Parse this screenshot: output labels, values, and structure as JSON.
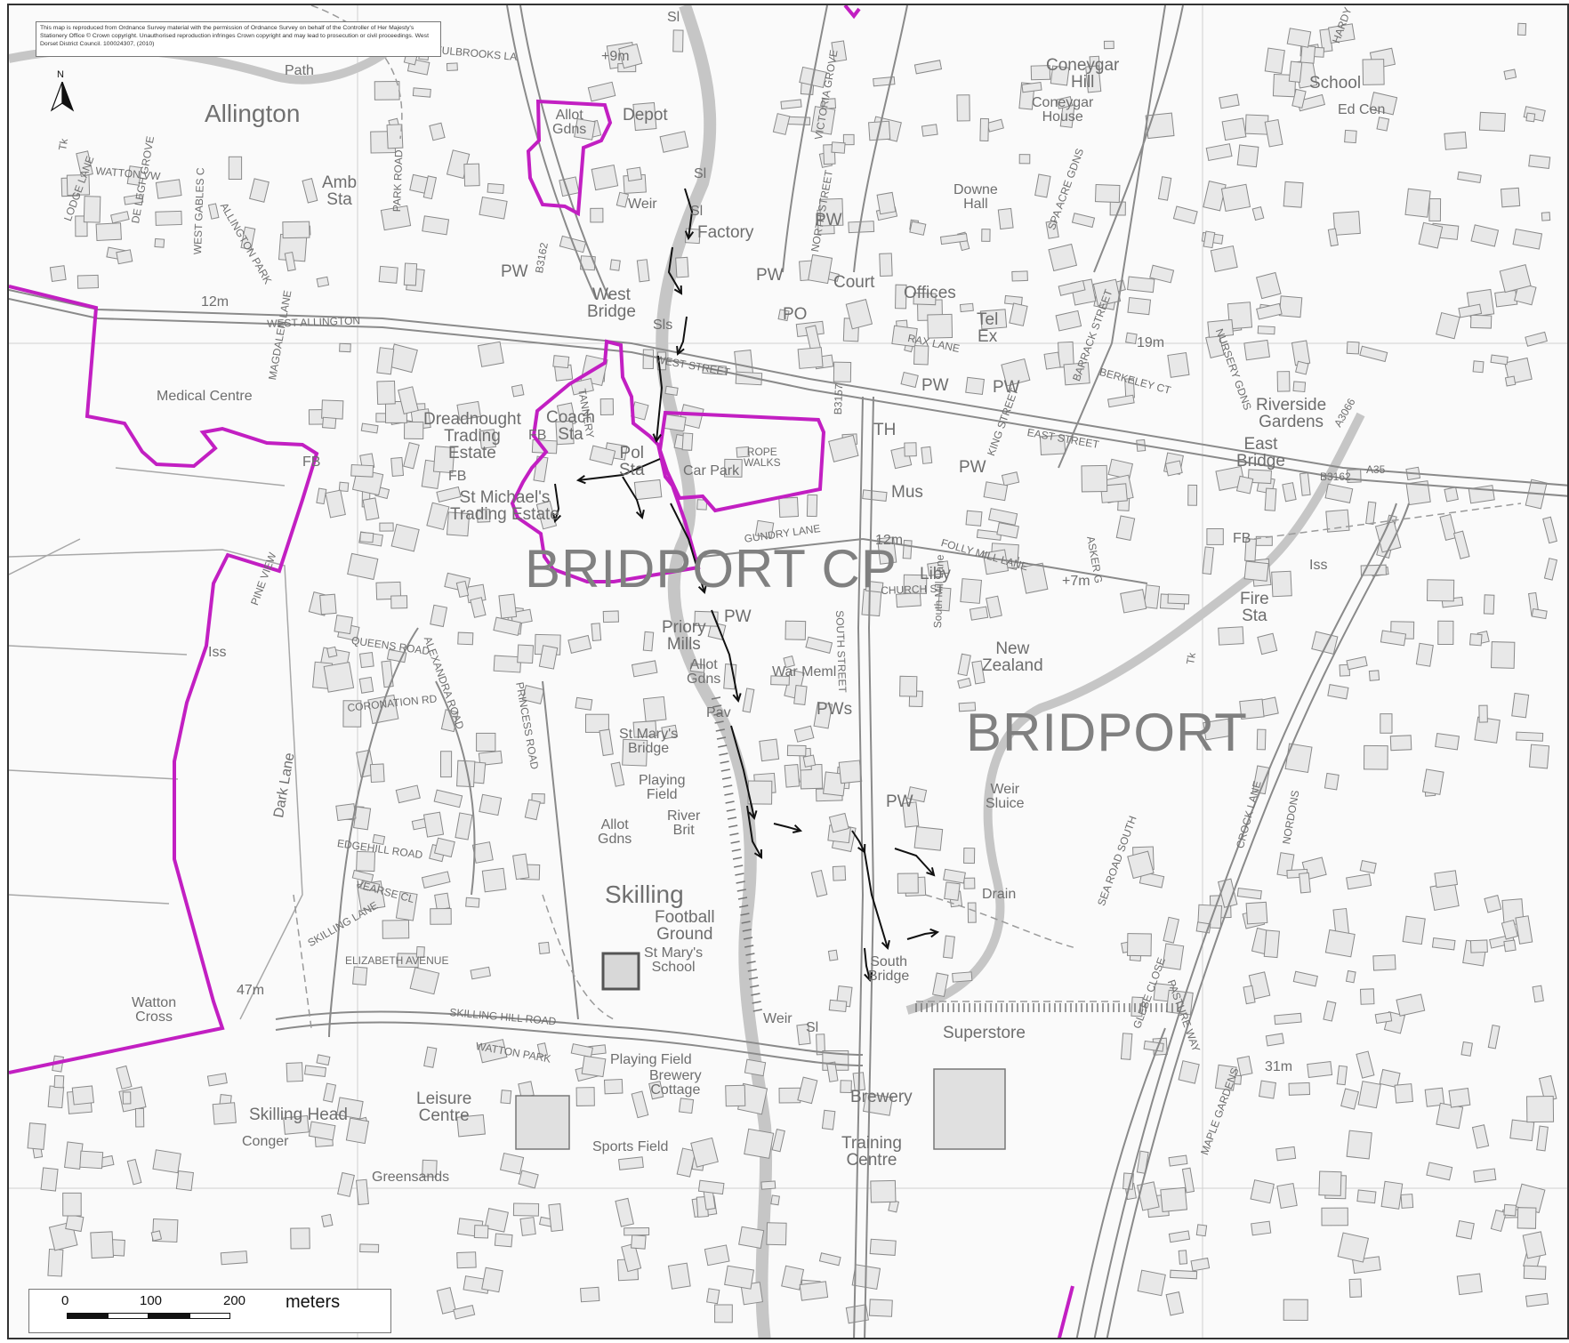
{
  "copyright": "This map is reproduced from Ordnance Survey material with the permission of Ordnance Survey on behalf of the Controller of Her Majesty's Stationery Office © Crown copyright. Unauthorised reproduction infringes Crown copyright and may lead to prosecution or civil proceedings. West Dorset District Council. 100024307, (2010)",
  "north_label": "N",
  "scale": {
    "ticks": [
      "0",
      "100",
      "200"
    ],
    "units": "meters"
  },
  "colors": {
    "boundary": "#c21fc2",
    "streets": "#8a8a8a",
    "buildings": "#e6e6e6",
    "river": "#bdbdbd",
    "flow_arrows": "#111111"
  },
  "labels": {
    "allington": "Allington",
    "bridport_cp": "BRIDPORT CP",
    "bridport": "BRIDPORT",
    "skilling": "Skilling",
    "coneygar_hill": "Coneygar\nHill",
    "coneygar_house": "Coneygar\nHouse",
    "school": "School",
    "ed_cen": "Ed Cen",
    "downe_hall": "Downe\nHall",
    "court": "Court",
    "offices": "Offices",
    "tel_ex": "Tel\nEx",
    "pw": "PW",
    "po": "PO",
    "factory": "Factory",
    "depot": "Depot",
    "allot_gdns": "Allot\nGdns",
    "fulbrooks": "FULBROOKS LA",
    "nine_m": "+9m",
    "path": "Path",
    "amb_sta": "Amb\nSta",
    "watton_vw": "WATTON VW",
    "park_road": "PARK ROAD",
    "west_allington": "WEST ALLINGTON",
    "twelve_m": "12m",
    "west_bridge": "West\nBridge",
    "weir": "Weir",
    "sl": "Sl",
    "sls": "Sls",
    "west_street": "WEST STREET",
    "east_street": "EAST STREET",
    "rax_lane": "RAX LANE",
    "nineteen_m": "19m",
    "berkeley_ct": "BERKELEY CT",
    "riverside_gardens": "Riverside\nGardens",
    "east_bridge": "East\nBridge",
    "medical_centre": "Medical Centre",
    "dreadnought": "Dreadnought\nTrading\nEstate",
    "coach_sta": "Coach\nSta",
    "pol_sta": "Pol\nSta",
    "car_park": "Car Park",
    "rope_walks": "ROPE\nWALKS",
    "tannery": "TANNERY",
    "th": "TH",
    "mus": "Mus",
    "fb": "FB",
    "st_michaels": "St Michael's\nTrading Estate",
    "gundry_lane": "GUNDRY LANE",
    "folly_mill_lane": "FOLLY MILL LANE",
    "liby": "Liby",
    "church_st": "CHURCH ST",
    "south_street": "SOUTH STREET",
    "king_street": "KING STREET",
    "seven_m": "+7m",
    "fire_sta": "Fire\nSta",
    "new_zealand": "New\nZealand",
    "south_mill_lane": "South Mill Lane",
    "priory_mills": "Priory\nMills",
    "war_meml": "War Meml",
    "pws": "PWs",
    "pav": "Pav",
    "st_marys_bridge": "St Mary's\nBridge",
    "playing_field": "Playing\nField",
    "river_brit": "River\nBrit",
    "queens_road": "QUEENS ROAD",
    "coronation_rd": "CORONATION RD",
    "pine_view": "PINE VIEW",
    "magdalen_lane": "MAGDALEN LANE",
    "princess_road": "PRINCESS ROAD",
    "alexandra_road": "ALEXANDRA ROAD",
    "edgehill_road": "EDGEHILL ROAD",
    "dark_lane": "Dark Lane",
    "vearse_cl": "VEARSE CL",
    "skilling_lane": "SKILLING LANE",
    "elizabeth_avenue": "ELIZABETH AVENUE",
    "skilling_hill_road": "SKILLING HILL ROAD",
    "watton_park": "WATTON PARK",
    "football_ground": "Football\nGround",
    "st_marys_school": "St Mary's\nSchool",
    "weir_sluice": "Weir\nSluice",
    "drain": "Drain",
    "south_bridge": "South\nBridge",
    "superstore": "Superstore",
    "brewery": "Brewery",
    "training_centre": "Training\nCentre",
    "brewery_cottage": "Brewery\nCottage",
    "playing_field_2": "Playing Field",
    "sports_field": "Sports Field",
    "leisure_centre": "Leisure\nCentre",
    "skilling_head": "Skilling Head",
    "watton_cross": "Watton\nCross",
    "fortyseven_m": "47m",
    "thirtyone_m": "31m",
    "greensands": "Greensands",
    "sea_road_south": "SEA ROAD SOUTH",
    "crock_lane": "CROCK LANE",
    "glebe_close": "GLEBE CLOSE",
    "pasture_way": "PASTURE WAY",
    "maple_gardens": "MAPLE GARDENS",
    "nordons": "NORDONS",
    "victoria_grove": "VICTORIA GROVE",
    "north_street": "NORTH STREET",
    "b3162": "B3162",
    "b3157": "B3157",
    "a3066": "A3066",
    "a35": "A35",
    "iss": "Iss",
    "tk": "Tk",
    "asker": "ASKER G",
    "lodge_lane": "LODGE LANE",
    "de_legh_grove": "DE LEGH GROVE",
    "west_gables": "WEST GABLES C",
    "allington_park": "ALLINGTON PARK",
    "spa_acre": "SPA ACRE GDNS",
    "barrack_street": "BARRACK STREET",
    "hardy_road": "HARDY ROAD",
    "nursery_gdns": "NURSERY GDNS",
    "conger": "Conger"
  }
}
